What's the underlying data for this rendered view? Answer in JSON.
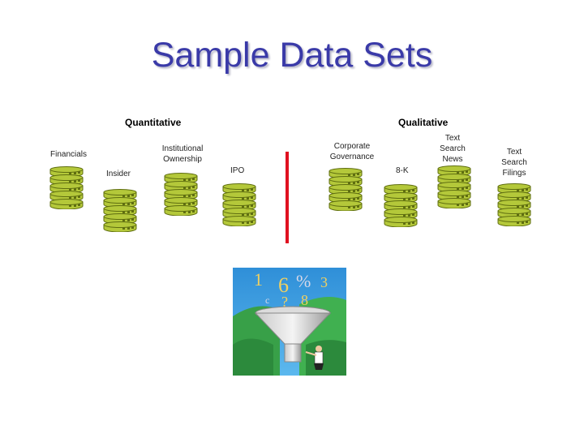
{
  "slide": {
    "title": "Sample Data Sets",
    "headings": {
      "quantitative": "Quantitative",
      "qualitative": "Qualitative"
    }
  },
  "datasets": [
    {
      "id": "financials",
      "label": "Financials",
      "group": "quantitative"
    },
    {
      "id": "insider",
      "label": "Insider",
      "group": "quantitative"
    },
    {
      "id": "institutional-ownership",
      "label": "Institutional Ownership",
      "group": "quantitative"
    },
    {
      "id": "ipo",
      "label": "IPO",
      "group": "quantitative"
    },
    {
      "id": "corporate-governance",
      "label": "Corporate Governance",
      "group": "qualitative"
    },
    {
      "id": "8k",
      "label": "8-K",
      "group": "qualitative"
    },
    {
      "id": "text-search-news",
      "label": "Text Search News",
      "group": "qualitative"
    },
    {
      "id": "text-search-filings",
      "label": "Text Search Filings",
      "group": "qualitative"
    }
  ],
  "colors": {
    "title": "#3a3aa8",
    "disk_fill": "#b4c83a",
    "disk_dark": "#5f6e10",
    "divider": "#e01020",
    "clipart_sky": "#3aa0e0"
  },
  "icons": {
    "database": "database-icon",
    "funnel": "funnel-clipart"
  }
}
